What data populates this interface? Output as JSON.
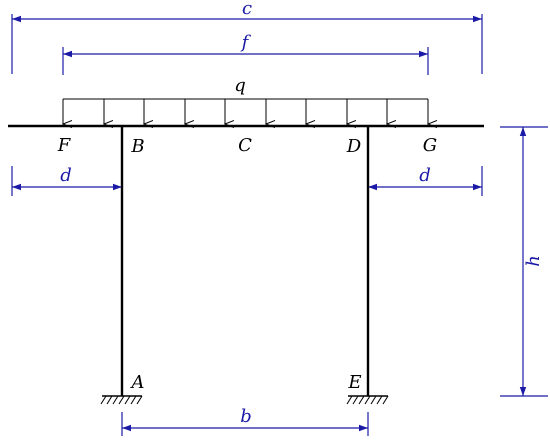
{
  "colors": {
    "structure": "#000000",
    "dimension": "#1a1aa6"
  },
  "load": {
    "label": "q"
  },
  "nodes": {
    "F": "F",
    "B": "B",
    "C": "C",
    "D": "D",
    "G": "G",
    "A": "A",
    "E": "E"
  },
  "dimensions": {
    "c": "c",
    "f": "f",
    "d_left": "d",
    "d_right": "d",
    "h": "h",
    "b": "b"
  }
}
